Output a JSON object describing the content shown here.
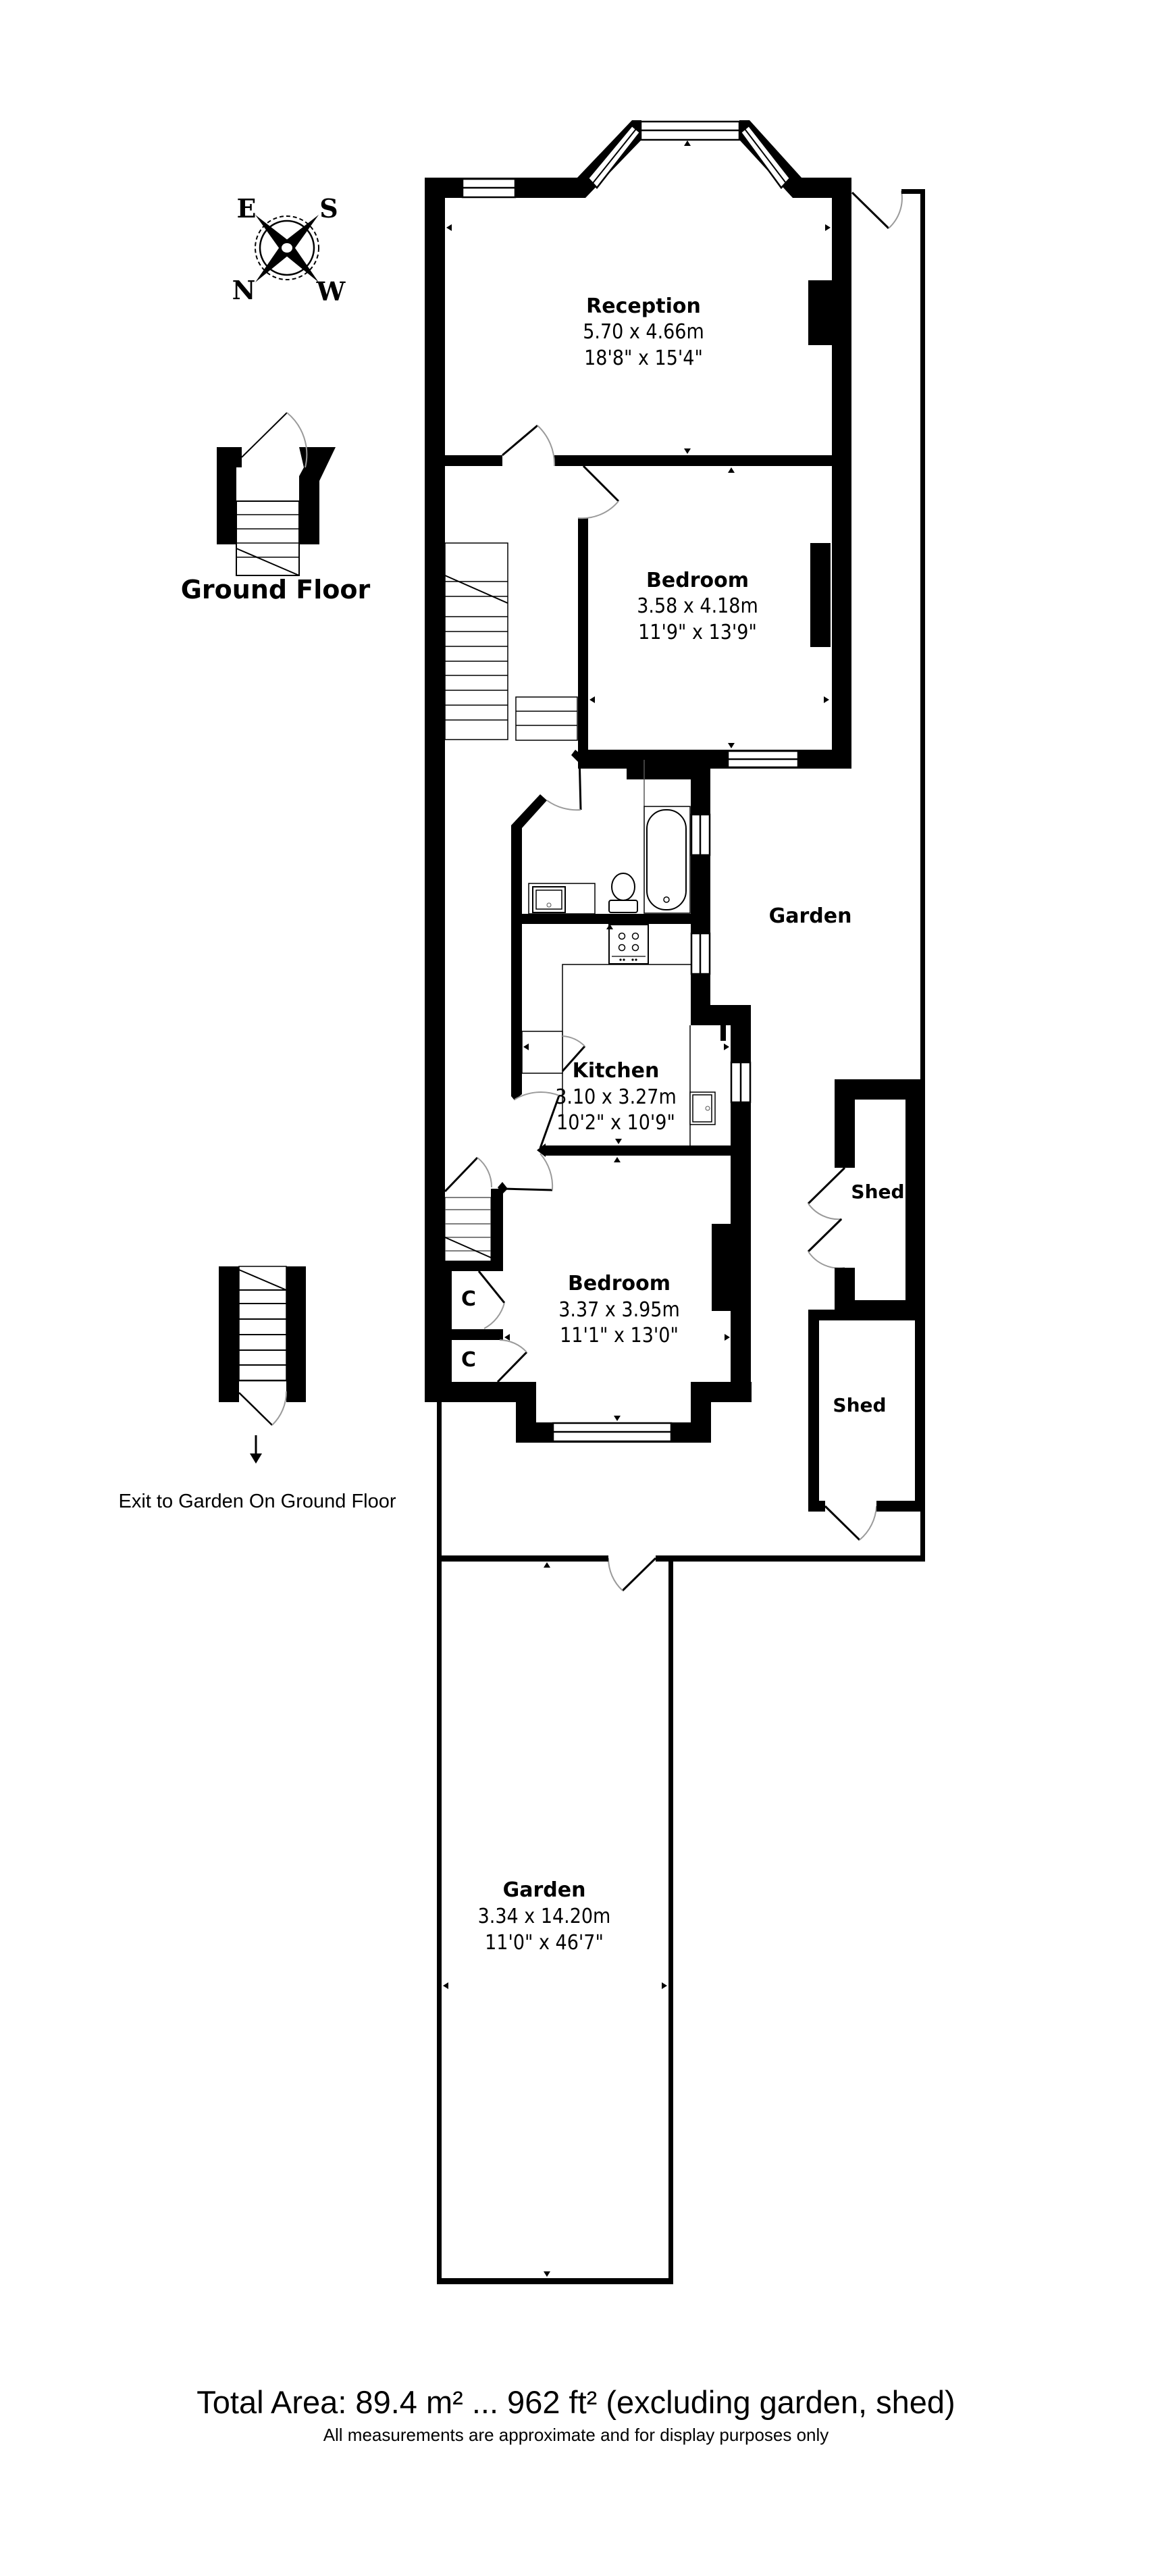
{
  "compass": {
    "n": "N",
    "e": "E",
    "s": "S",
    "w": "W"
  },
  "floor_label": "Ground Floor",
  "exit_label": "Exit to Garden On Ground Floor",
  "rooms": {
    "reception": {
      "name": "Reception",
      "metric": "5.70 x 4.66m",
      "imperial": "18'8\" x 15'4\""
    },
    "bedroom1": {
      "name": "Bedroom",
      "metric": "3.58 x 4.18m",
      "imperial": "11'9\" x 13'9\""
    },
    "kitchen": {
      "name": "Kitchen",
      "metric": "3.10 x 3.27m",
      "imperial": "10'2\" x 10'9\""
    },
    "bedroom2": {
      "name": "Bedroom",
      "metric": "3.37 x 3.95m",
      "imperial": "11'1\" x 13'0\""
    },
    "side_garden": {
      "name": "Garden"
    },
    "rear_garden": {
      "name": "Garden",
      "metric": "3.34 x 14.20m",
      "imperial": "11'0\" x 46'7\""
    },
    "shed1": {
      "name": "Shed"
    },
    "shed2": {
      "name": "Shed"
    },
    "closet1": {
      "name": "C"
    },
    "closet2": {
      "name": "C"
    }
  },
  "footer": {
    "total_area": "Total Area: 89.4 m² ... 962 ft² (excluding garden, shed)",
    "disclaimer": "All measurements are approximate and for display purposes only"
  },
  "colors": {
    "wall": "#000000",
    "background": "#ffffff",
    "door_arc": "#9a9a9a"
  }
}
